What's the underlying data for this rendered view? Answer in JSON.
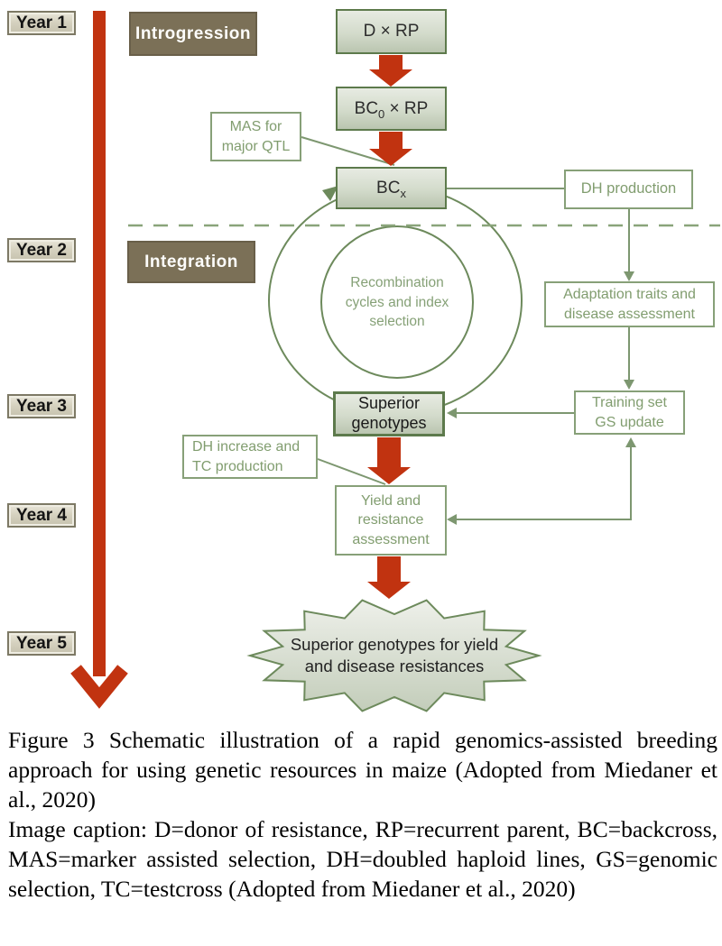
{
  "diagram": {
    "years": [
      "Year 1",
      "Year 2",
      "Year 3",
      "Year 4",
      "Year 5"
    ],
    "phases": {
      "introgression": "Introgression",
      "integration": "Integration"
    },
    "nodes": {
      "d_rp": "D × RP",
      "bc0_rp": {
        "pre": "BC",
        "sub": "0",
        "post": " × RP"
      },
      "bcx": {
        "pre": "BC",
        "sub": "x",
        "post": ""
      },
      "mas": {
        "line1": "MAS for",
        "line2": "major QTL"
      },
      "dh_production": "DH production",
      "adaptation": {
        "line1": "Adaptation traits and",
        "line2": "disease assessment"
      },
      "training": {
        "line1": "Training set",
        "line2": "GS update"
      },
      "superior": {
        "line1": "Superior",
        "line2": "genotypes"
      },
      "dh_increase": {
        "line1": "DH increase and",
        "line2": "TC production"
      },
      "yield": {
        "line1": "Yield and",
        "line2": "resistance",
        "line3": "assessment"
      },
      "cycle": {
        "line1": "Recombination",
        "line2": "cycles and index",
        "line3": "selection"
      },
      "starburst": {
        "line1": "Superior genotypes for yield",
        "line2": "and disease resistances"
      }
    }
  },
  "caption": {
    "figure": "Figure 3 Schematic illustration of a rapid genomics-assisted breeding approach for using genetic resources in maize (Adopted from Miedaner et al., 2020)",
    "legend": "Image caption: D=donor of resistance, RP=recurrent parent, BC=backcross, MAS=marker assisted selection, DH=doubled haploid lines, GS=genomic selection, TC=testcross (Adopted from Miedaner et al., 2020)"
  },
  "colors": {
    "timeline_red": "#c13310",
    "node_border_green": "#5d7a4c",
    "line_green": "#7d9770",
    "text_green": "#819d6f",
    "phase_brown": "#7b7057",
    "year_chip_bg": "#d6d2c0",
    "node_fill_light": "#e7ebe2",
    "node_fill_dark": "#bac5b0"
  }
}
